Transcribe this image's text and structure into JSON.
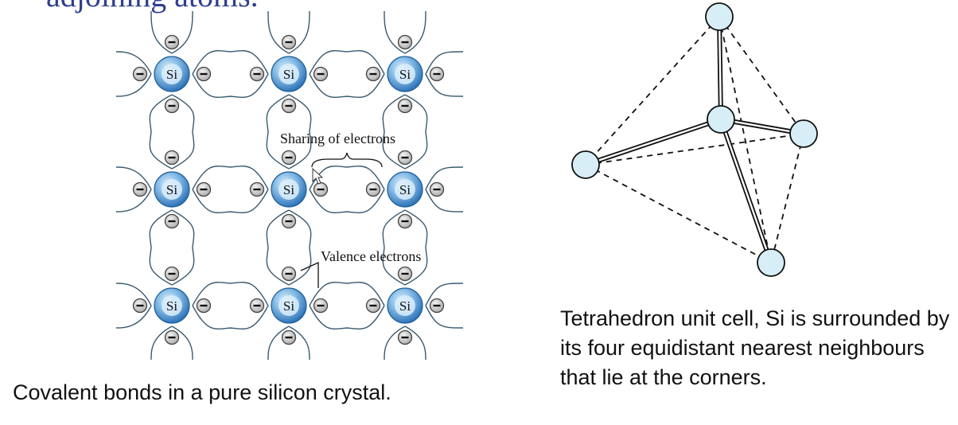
{
  "heading": "adjoining atoms.",
  "lattice": {
    "atom_label": "Si",
    "sharing_label": "Sharing of electrons",
    "valence_label": "Valence electrons",
    "caption": "Covalent bonds in a pure silicon crystal."
  },
  "tetrahedron": {
    "caption": "Tetrahedron unit cell, Si is surrounded by its four equidistant nearest neighbours that lie at the corners."
  },
  "colors": {
    "si_core": "#3d86c8",
    "si_highlight": "#d8ecfb",
    "electron_fill": "#cfcfcf",
    "orbit_line": "#33566e",
    "tetra_node": "#d7eef6"
  }
}
